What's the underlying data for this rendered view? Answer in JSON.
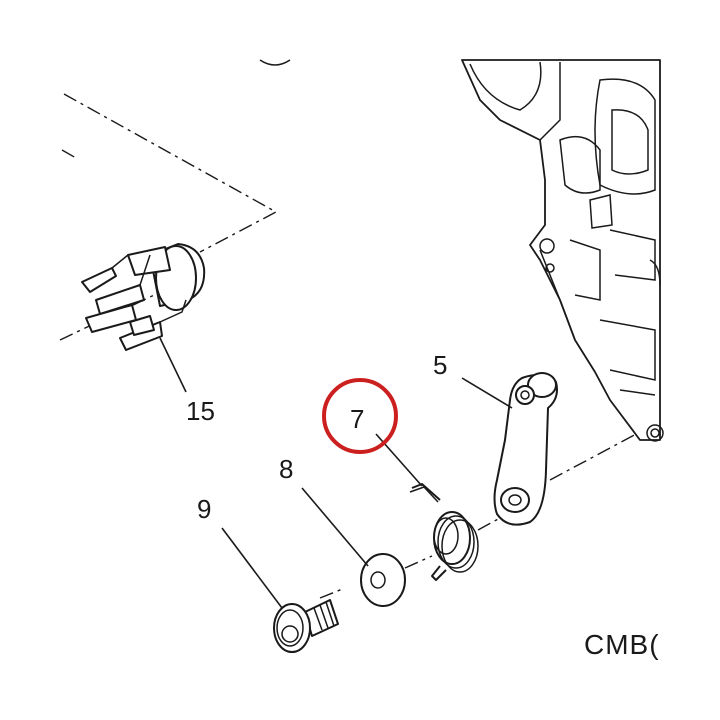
{
  "labels": {
    "part_5": "5",
    "part_7": "7",
    "part_8": "8",
    "part_9": "9",
    "part_15": "15"
  },
  "drawing_code": "CMB(",
  "highlight_color": "#cc1f1f"
}
